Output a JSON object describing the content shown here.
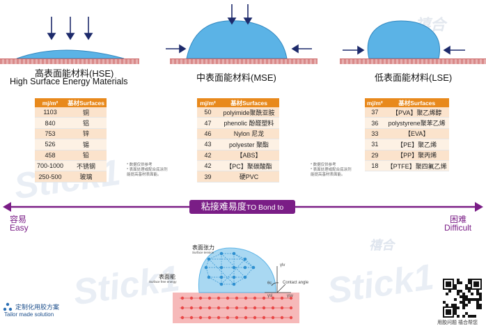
{
  "watermarks": [
    "禧合",
    "Stick1",
    "Stick1",
    "Stick1",
    "禧合"
  ],
  "panels": [
    {
      "title_cn": "高表面能材料(HSE)",
      "title_en": "High Surface Energy Materials",
      "header": [
        "mj/m²",
        "基材Surfaces"
      ],
      "rows": [
        [
          "1103",
          "铜"
        ],
        [
          "840",
          "铝"
        ],
        [
          "753",
          "锌"
        ],
        [
          "526",
          "锡"
        ],
        [
          "458",
          "铅"
        ],
        [
          "700-1000",
          "不锈钢"
        ],
        [
          "250-500",
          "玻璃"
        ]
      ]
    },
    {
      "title_cn": "中表面能材料(MSE)",
      "header": [
        "mj/m²",
        "基材Surfaces"
      ],
      "rows": [
        [
          "50",
          "polyimide聚酰亚胺"
        ],
        [
          "47",
          "phenolic 酚醛塑料"
        ],
        [
          "46",
          "Nylon 尼龙"
        ],
        [
          "43",
          "polyester 聚酯"
        ],
        [
          "42",
          "【ABS】"
        ],
        [
          "42",
          "【PC】聚碳酸酯"
        ],
        [
          "39",
          "硬PVC"
        ]
      ],
      "note": [
        "* 数据仅供参考",
        "* 表面处理或配合底涂剂",
        "  能提高基材表面能。"
      ]
    },
    {
      "title_cn": "低表面能材料(LSE)",
      "header": [
        "mj/m²",
        "基材Surfaces"
      ],
      "rows": [
        [
          "37",
          "【PVA】聚乙烯醇"
        ],
        [
          "36",
          "polystyrene聚苯乙烯"
        ],
        [
          "33",
          "【EVA】"
        ],
        [
          "31",
          "【PE】聚乙烯"
        ],
        [
          "29",
          "【PP】聚丙烯"
        ],
        [
          "18",
          "【PTFE】聚四氟乙烯"
        ]
      ],
      "note": [
        "* 数据仅供参考",
        "* 表面处理或配合底涂剂",
        "  能提高基材表面能。"
      ]
    }
  ],
  "scale": {
    "label_cn": "粘接难易度",
    "label_en": "TO Bond to",
    "left_cn": "容易",
    "left_en": "Easy",
    "right_cn": "困难",
    "right_en": "Difficult",
    "color": "#7a1d86"
  },
  "bottom_diagram": {
    "surface_tension_cn": "表面张力",
    "surface_tension_en": "Surface tension",
    "surface_energy_cn": "表面能",
    "surface_energy_en": "Surface free energy",
    "contact_angle": "Contact angle",
    "theta": "θc",
    "gamma_lv": "γlv",
    "gamma_sl": "γsl",
    "gamma_sv": "γsv"
  },
  "footer": {
    "tailor_cn": "定制化用胶方案",
    "tailor_en": "Tailor made solution",
    "qr_caption": "用胶问题 禧合帮您"
  },
  "colors": {
    "accent_orange": "#e8891c",
    "droplet_blue": "#5bb3e6",
    "arrow_navy": "#1d2a6b",
    "surface_red": "#d98a8a"
  }
}
